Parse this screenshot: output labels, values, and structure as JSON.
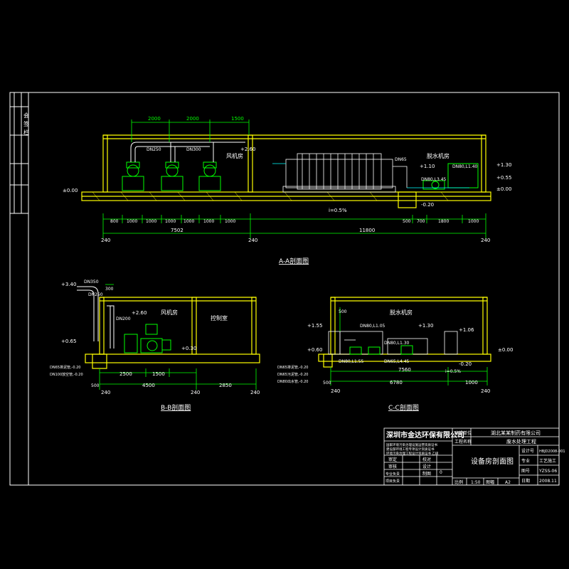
{
  "colors": {
    "background": "#000000",
    "frame": "#ffffff",
    "wall": "#ffff00",
    "dimension": "#00ff00",
    "pipe": "#ffffff",
    "equipment": "#00ff00",
    "water": "#00ffff",
    "text": "#ffffff"
  },
  "section_aa": {
    "title": "A-A剖面图",
    "top_dims": [
      "2000",
      "2000",
      "1500"
    ],
    "elev_floor": "±0.00",
    "elev_right_floor": "±0.00",
    "elev_right_1": "+1.30",
    "elev_right_2": "+0.55",
    "elev_mid": "+1.10",
    "elev_fan_top": "+2.60",
    "elev_pit": "-0.20",
    "slope": "i=0.5%",
    "room_fan": "风机房",
    "room_dewater": "脱水机房",
    "pipe_labels": [
      "DN250",
      "DN300",
      "DN65",
      "DN80,L1.40",
      "DN80,L3.45"
    ],
    "bottom_dims": [
      "800",
      "1000",
      "1000",
      "1000",
      "1000",
      "1000",
      "1000",
      "500",
      "700",
      "1800",
      "1000"
    ],
    "total_dims": [
      "7502",
      "11800"
    ],
    "wall_dims": [
      "240",
      "240",
      "240"
    ]
  },
  "section_bb": {
    "title": "B-B剖面图",
    "elev_top": "+3.40",
    "elev_mid": "+2.60",
    "elev_low": "+0.65",
    "elev_floor": "+0.30",
    "pipe_labels": [
      "DN350",
      "DN250",
      "DN200"
    ],
    "dim_300": "300",
    "room_fan": "风机房",
    "room_control": "控制室",
    "notes": [
      "DN65排泥管,-0.20",
      "DN100放空管,-0.20"
    ],
    "dims": [
      "2500",
      "1500",
      "4500",
      "2850",
      "500"
    ],
    "wall_dims": [
      "240",
      "240",
      "240"
    ]
  },
  "section_cc": {
    "title": "C-C剖面图",
    "room_dewater": "脱水机房",
    "elev_left_1": "+1.55",
    "elev_left_2": "+0.60",
    "elev_mid": "+1.30",
    "elev_right_1": "+1.06",
    "elev_right_floor": "±0.00",
    "elev_pit": "-0.20",
    "slope": "i=0.5%",
    "pipe_labels": [
      "DN80,L1.05",
      "DN80,L1.30",
      "DN80,L1.55",
      "DN65,L4.45"
    ],
    "dims": [
      "500",
      "7560",
      "6780",
      "1000",
      "500"
    ],
    "wall_dims": [
      "240",
      "240"
    ],
    "notes": [
      "DN65排泥管,-0.20",
      "DN65污泥管,-0.20",
      "DN80出水管,-0.20"
    ]
  },
  "side_strip": {
    "labels": [
      "会",
      "签",
      "栏"
    ]
  },
  "title_block": {
    "company": "深圳市金达环保有限公司",
    "client_label": "建设单位",
    "client": "湖北某某制药有限公司",
    "project_label": "工程名称",
    "project": "废水处理工程",
    "drawing_title": "设备房剖面图",
    "cert_lines": [
      "国家环境污染治理设施运营资质证书",
      "建设部环境工程专项设计资质证书",
      "环境污染治理工程设计资质证书 乙级"
    ],
    "role_labels": [
      "审定",
      "审核",
      "校对",
      "设计",
      "制图",
      "专业负责",
      "项目负责"
    ],
    "info_labels": [
      "设计号",
      "专业",
      "图号",
      "日期"
    ],
    "info_values": [
      "HBJD2008-001",
      "工艺施工",
      "YZSS-06",
      "2008.11"
    ],
    "scale_label": "比例",
    "scale": "1:50",
    "size_label": "图幅",
    "size": "A2",
    "revision": "0"
  }
}
